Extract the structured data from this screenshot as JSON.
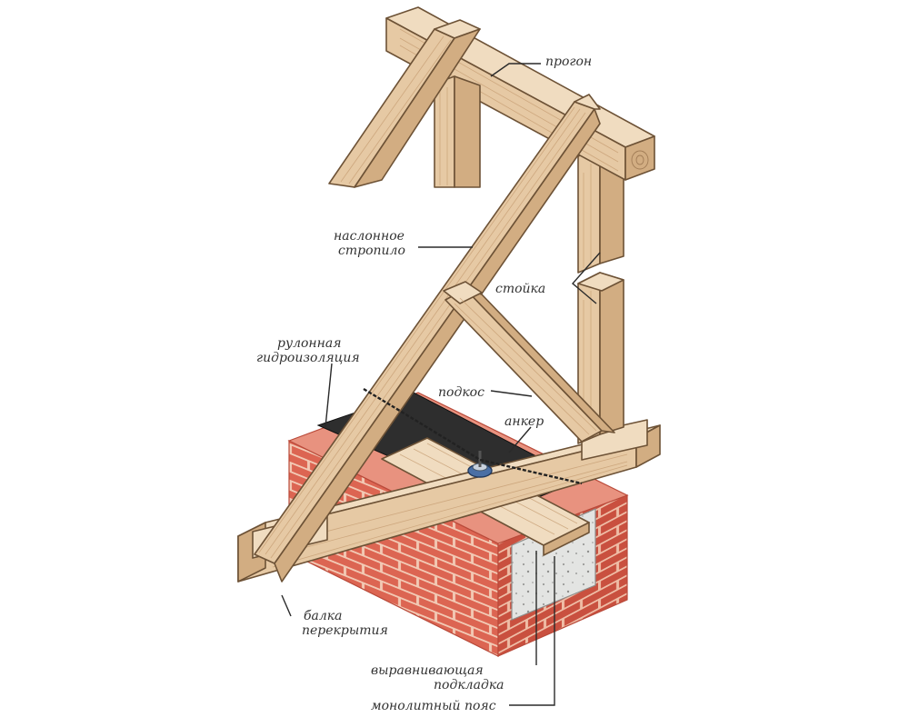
{
  "labels": {
    "purlin": "прогон",
    "rafter_line1": "наслонное",
    "rafter_line2": "стропило",
    "post": "стойка",
    "waterproof_line1": "рулонная",
    "waterproof_line2": "гидроизоляция",
    "strut": "подкос",
    "anchor": "анкер",
    "beam_line1": "балка",
    "beam_line2": "перекрытия",
    "shim_line1": "выравнивающая",
    "shim_line2": "подкладка",
    "belt": "монолитный пояс"
  },
  "colors": {
    "brick": "#d9604e",
    "mortar": "#f2c9b4",
    "wood": "#e6c9a4",
    "concrete": "#e3e4e2",
    "waterproofing": "#2e2e2e",
    "leader": "#2a2a2a"
  }
}
